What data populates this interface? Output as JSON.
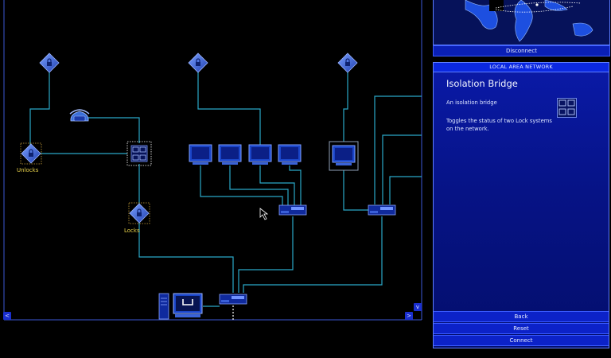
{
  "network": {
    "labels": {
      "unlocks": "Unlocks",
      "locks": "Locks"
    },
    "scroll": {
      "left": "<",
      "right": ">",
      "down": "v"
    },
    "colors": {
      "link": "#2aa8c8",
      "node": "#3b6fd8",
      "frame": "#3b57d6"
    },
    "node_icons": [
      "lock-icon",
      "isolation-bridge-icon",
      "telephone-icon",
      "monitor-icon",
      "router-icon",
      "gateway-icon"
    ]
  },
  "world": {
    "disconnect_label": "Disconnect"
  },
  "panel": {
    "header": "LOCAL AREA NETWORK",
    "title": "Isolation Bridge",
    "subtitle": "An isolation bridge",
    "description": "Toggles the status of two Lock systems on the network.",
    "buttons": {
      "back": "Back",
      "reset": "Reset",
      "connect": "Connect"
    },
    "icon": "isolation-bridge-icon"
  }
}
